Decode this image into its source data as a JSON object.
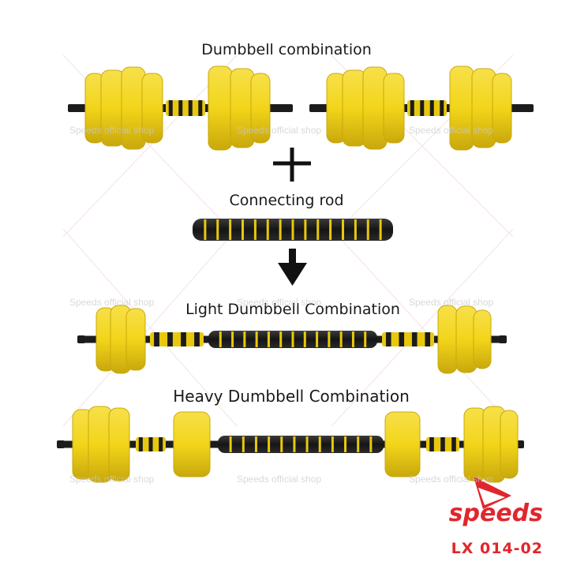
{
  "labels": {
    "dumbbell_combination": "Dumbbell combination",
    "connecting_rod": "Connecting rod",
    "light_combination": "Light Dumbbell Combination",
    "heavy_combination": "Heavy Dumbbell Combination"
  },
  "watermark": "Speeds official shop",
  "brand": {
    "name": "speeds",
    "model": "LX 014-02",
    "color": "#e0262c"
  },
  "colors": {
    "plate_yellow": "#f2d51a",
    "plate_shadow": "#c9a80c",
    "rod_black": "#1c1c1c",
    "grip_stripe": "#e8c80e"
  },
  "symbols": {
    "plus": "+",
    "arrow": "down-arrow"
  }
}
